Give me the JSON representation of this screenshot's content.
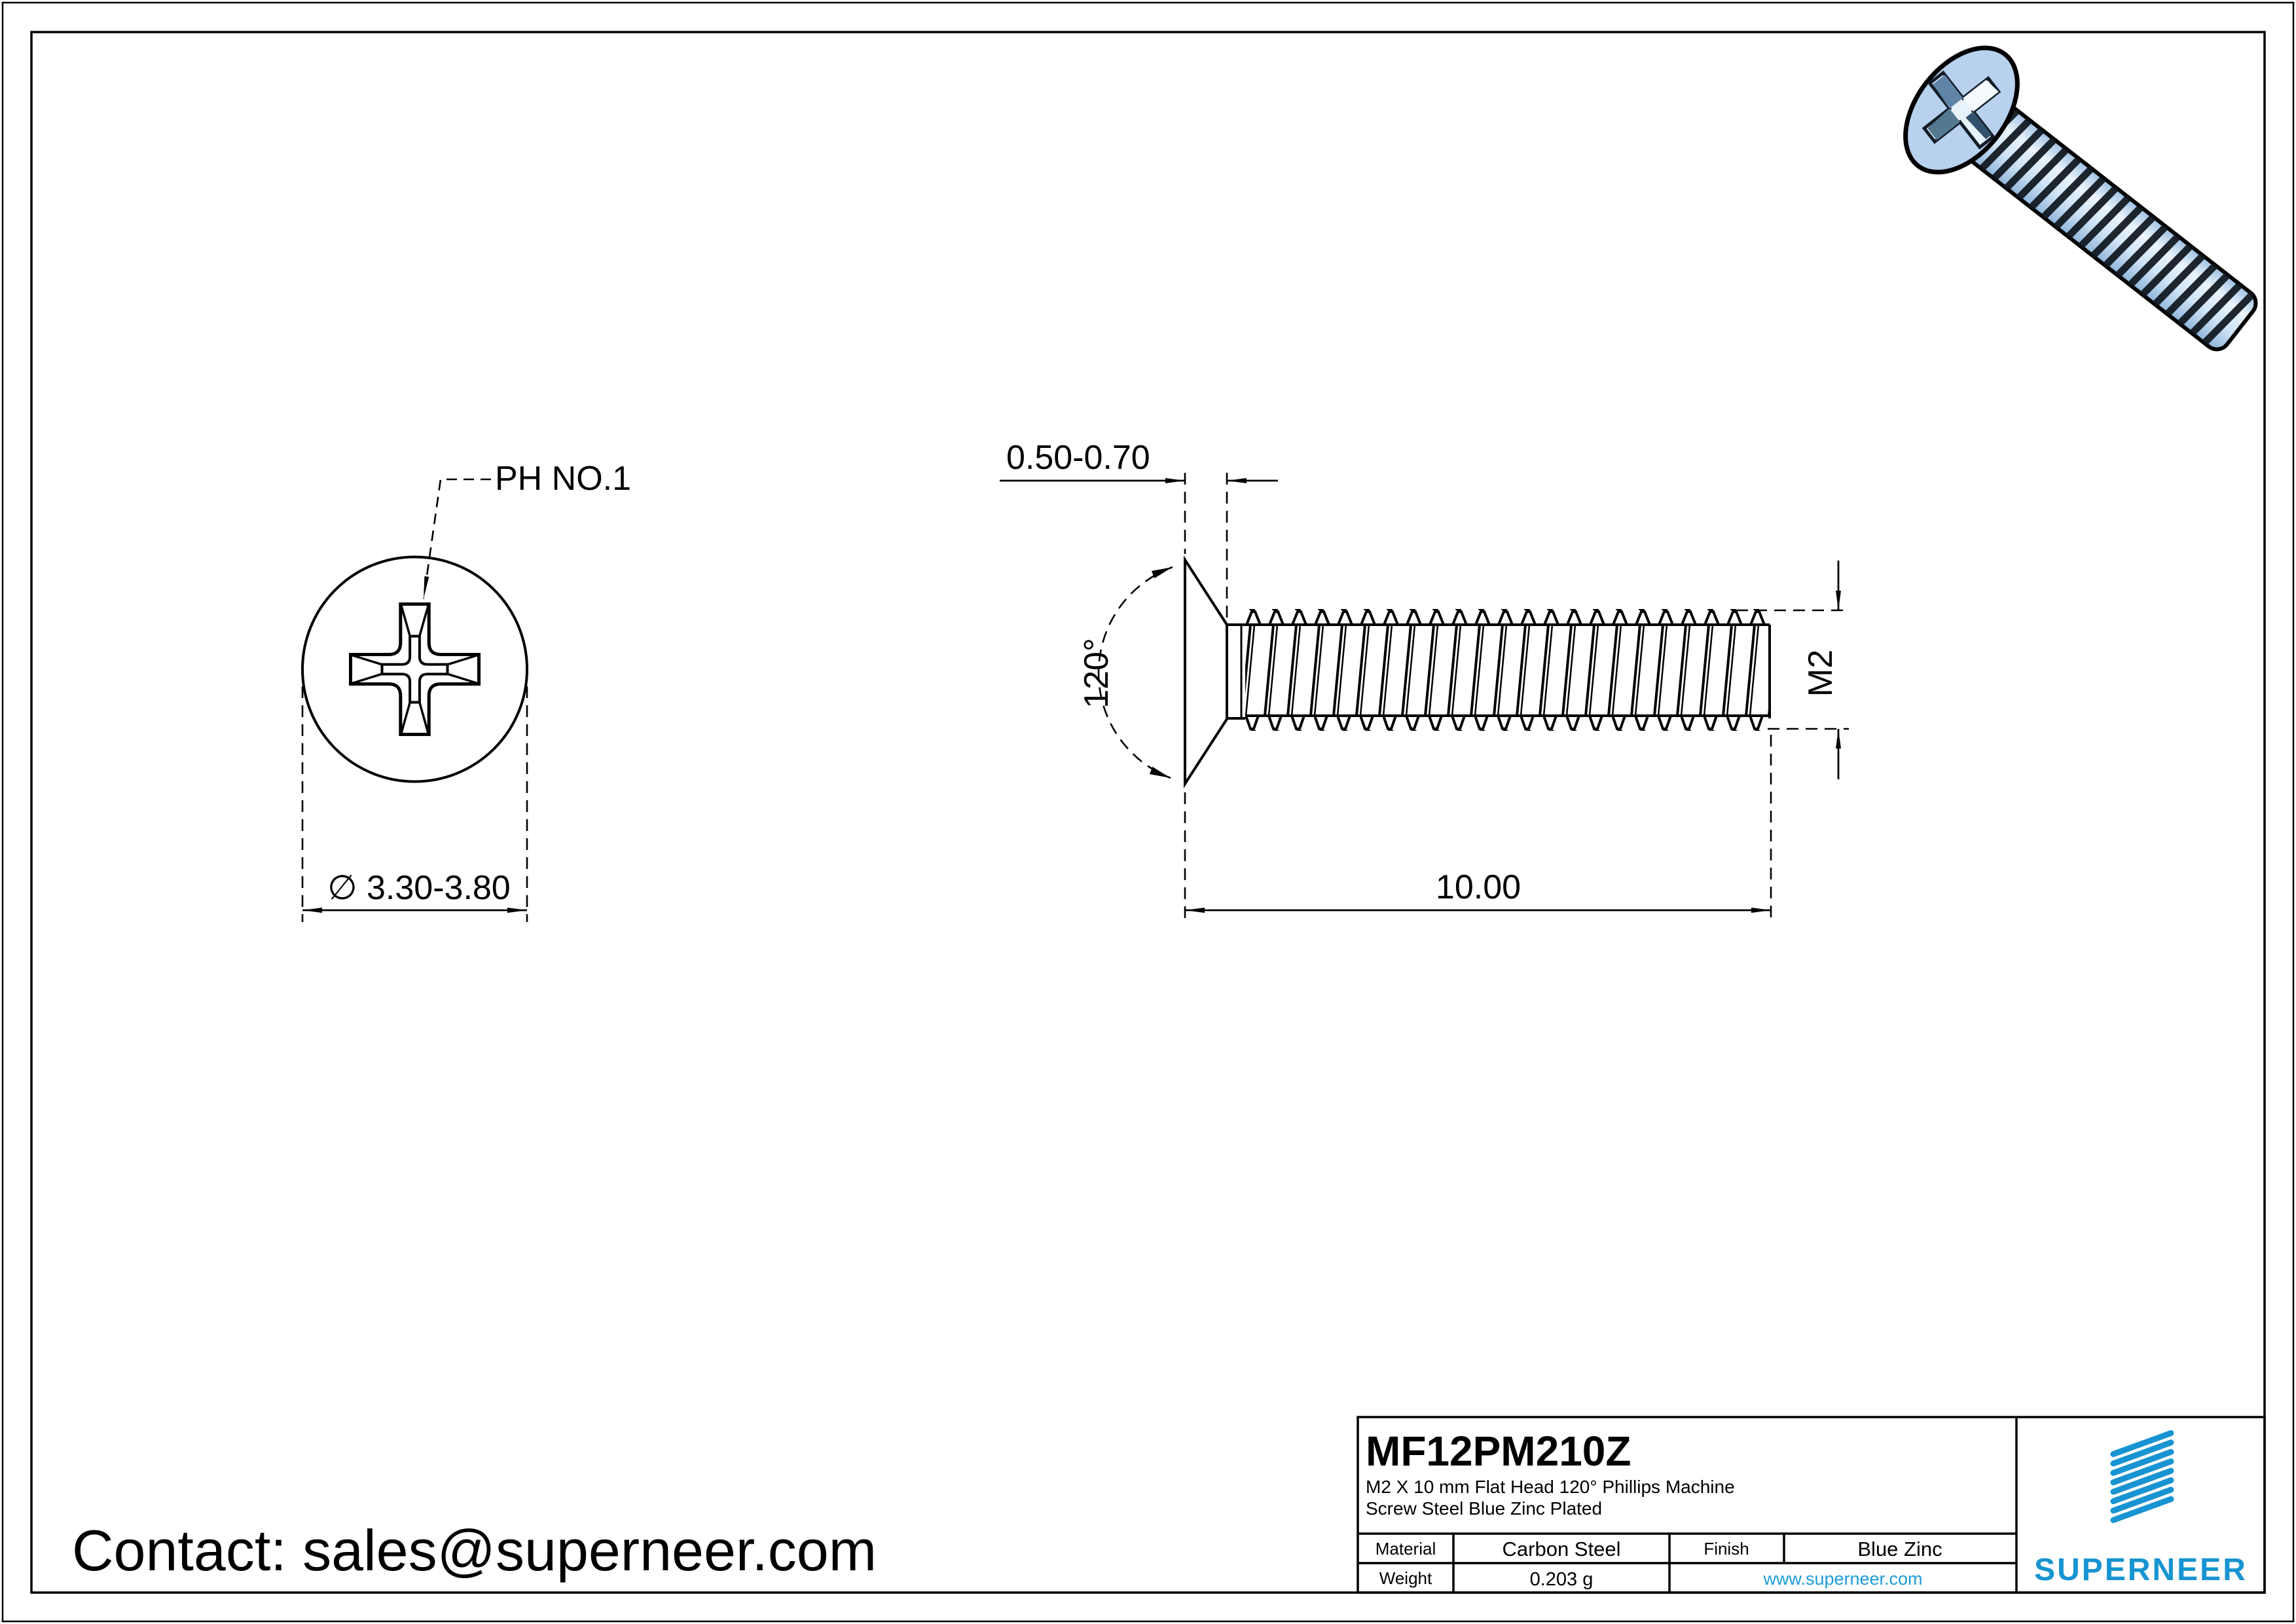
{
  "page": {
    "contact": "Contact: sales@superneer.com"
  },
  "drawing": {
    "top_view": {
      "leader_label": "PH NO.1",
      "diameter_dim": "∅ 3.30-3.80"
    },
    "side_view": {
      "head_height_dim": "0.50-0.70",
      "head_angle_dim": "120°",
      "thread_dim": "M2",
      "length_dim": "10.00"
    }
  },
  "title_block": {
    "part_number": "MF12PM210Z",
    "description_line1": "M2 X 10 mm  Flat Head 120° Phillips Machine",
    "description_line2": "Screw Steel Blue Zinc Plated",
    "material_label": "Material",
    "material_value": "Carbon Steel",
    "finish_label": "Finish",
    "finish_value": "Blue Zinc",
    "weight_label": "Weight",
    "weight_value": "0.203 g",
    "website": "www.superneer.com",
    "brand": "SUPERNEER"
  },
  "colors": {
    "brand_blue": "#1794d1",
    "link_blue": "#1e9cd8",
    "screw_head_blue": "#b7d1ee",
    "screw_shaft_light": "#eaf4fc",
    "thread_stripe_dark": "#0e151c",
    "line_black": "#000000"
  }
}
